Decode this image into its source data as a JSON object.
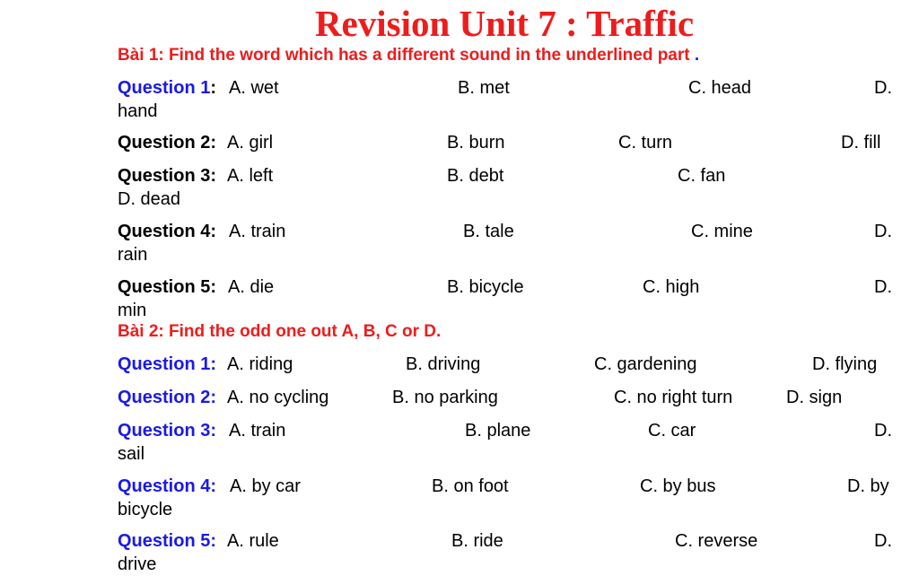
{
  "title": "Revision Unit 7 : Traffic",
  "colors": {
    "title": "#ee1c1c",
    "section": "#ee1c1c",
    "question_blue": "#1a1ae6",
    "text": "#000000"
  },
  "section1": {
    "heading": "Bài 1: Find the word which has a different sound in the underlined part",
    "trailing_dot": ".",
    "questions": [
      {
        "label": "Question 1",
        "a": "A. wet",
        "b": "B. met",
        "c": "C. head",
        "d": "D.",
        "d_cont": "hand"
      },
      {
        "label": "Question 2:",
        "a": "A. girl",
        "b": "B. burn",
        "c": "C. turn",
        "d": "D. fill"
      },
      {
        "label": "Question 3:",
        "a": "A. left",
        "b": "B. debt",
        "c": "C. fan",
        "d": "D. dead"
      },
      {
        "label": "Question 4:",
        "a": "A. train",
        "b": "B. tale",
        "c": "C. mine",
        "d": "D.",
        "d_cont": "rain"
      },
      {
        "label": "Question 5:",
        "a": "A. die",
        "b": "B. bicycle",
        "c": "C. high",
        "d": "D.",
        "d_cont": "min"
      }
    ]
  },
  "section2": {
    "heading": "Bài 2: Find the odd one out A, B, C or D.",
    "questions": [
      {
        "label": "Question 1:",
        "a": "A. riding",
        "b": "B. driving",
        "c": "C. gardening",
        "d": "D. flying"
      },
      {
        "label": "Question 2:",
        "a": "A. no cycling",
        "b": "B. no parking",
        "c": "C. no right turn",
        "d": "D. sign"
      },
      {
        "label": "Question 3:",
        "a": "A. train",
        "b": "B. plane",
        "c": "C. car",
        "d": "D.",
        "d_cont": "sail"
      },
      {
        "label": "Question 4:",
        "a": "A. by car",
        "b": "B. on foot",
        "c": "C. by bus",
        "d": "D. by",
        "d_cont": "bicycle"
      },
      {
        "label": "Question 5:",
        "a": "A. rule",
        "b": "B. ride",
        "c": "C. reverse",
        "d": "D.",
        "d_cont": "drive"
      }
    ]
  }
}
